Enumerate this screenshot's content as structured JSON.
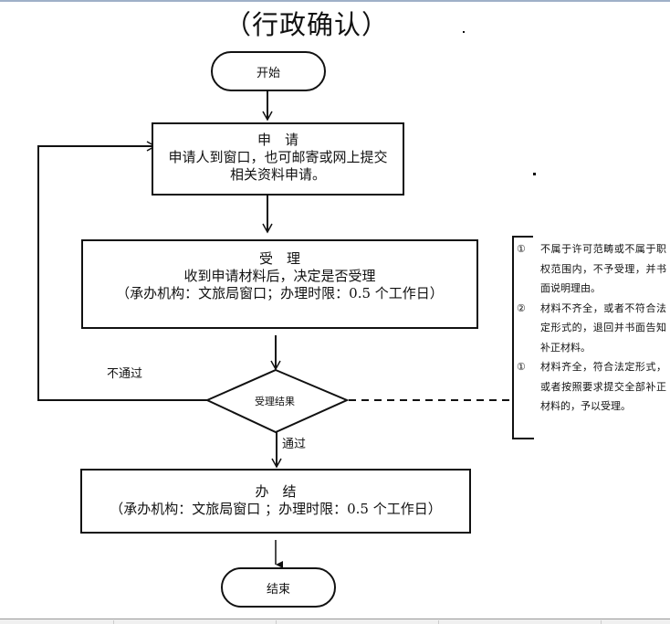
{
  "title": "（行政确认）",
  "flow": {
    "start": "开始",
    "apply": {
      "heading": "申　请",
      "lines": [
        "申请人到窗口，也可邮寄或网上提交",
        "相关资料申请。"
      ]
    },
    "accept": {
      "heading": "受　理",
      "lines": [
        "收到申请材料后，决定是否受理",
        "（承办机构：文旅局窗口；办理时限：0.5 个工作日）"
      ]
    },
    "decision": "受理结果",
    "fail_label": "不通过",
    "pass_label": "通过",
    "complete": {
      "heading": "办　结",
      "lines": [
        "（承办机构：文旅局窗口 ；办理时限：0.5 个工作日）"
      ]
    },
    "end": "结束"
  },
  "notes": [
    {
      "num": "①",
      "text": "不属于许可范畴或不属于职权范围内，不予受理，并书面说明理由。"
    },
    {
      "num": "②",
      "text": "材料不齐全，或者不符合法定形式的，退回并书面告知补正材料。"
    },
    {
      "num": "①",
      "text": "材料齐全，符合法定形式，或者按照要求提交全部补正材料的，予以受理。"
    }
  ]
}
